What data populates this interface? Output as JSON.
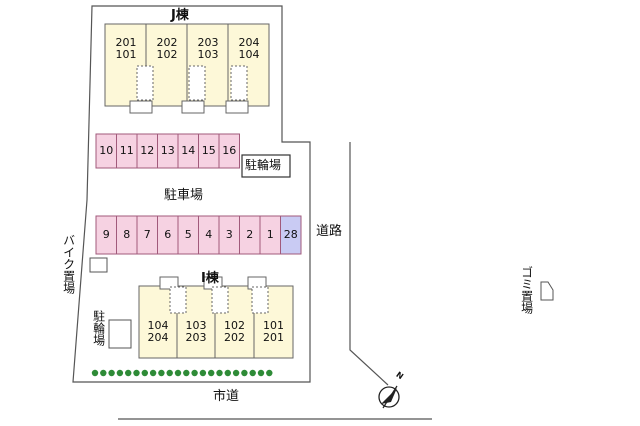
{
  "building_j": {
    "title": "J棟",
    "units": [
      {
        "top": "201",
        "bottom": "101"
      },
      {
        "top": "202",
        "bottom": "102"
      },
      {
        "top": "203",
        "bottom": "103"
      },
      {
        "top": "204",
        "bottom": "104"
      }
    ]
  },
  "building_i": {
    "title": "I棟",
    "units": [
      {
        "top": "104",
        "bottom": "204"
      },
      {
        "top": "103",
        "bottom": "203"
      },
      {
        "top": "102",
        "bottom": "202"
      },
      {
        "top": "101",
        "bottom": "201"
      }
    ]
  },
  "parking_top_row": [
    "10",
    "11",
    "12",
    "13",
    "14",
    "15",
    "16"
  ],
  "parking_bottom_row": [
    "9",
    "8",
    "7",
    "6",
    "5",
    "4",
    "3",
    "2",
    "1",
    "28"
  ],
  "labels": {
    "bicycle_parking_top": "駐輪場",
    "parking_lot": "駐車場",
    "road_side": "道路",
    "bike_parking": "バイク置場",
    "bicycle_parking_left": "駐輪場",
    "city_road": "市道",
    "garbage": "ゴミ置場",
    "north_mark": "N"
  },
  "colors": {
    "building_fill": "#fdf8d8",
    "parking_fill": "#f6d2e2",
    "parking_highlight": "#c9cbf3",
    "hedge": "#2e8b37"
  }
}
